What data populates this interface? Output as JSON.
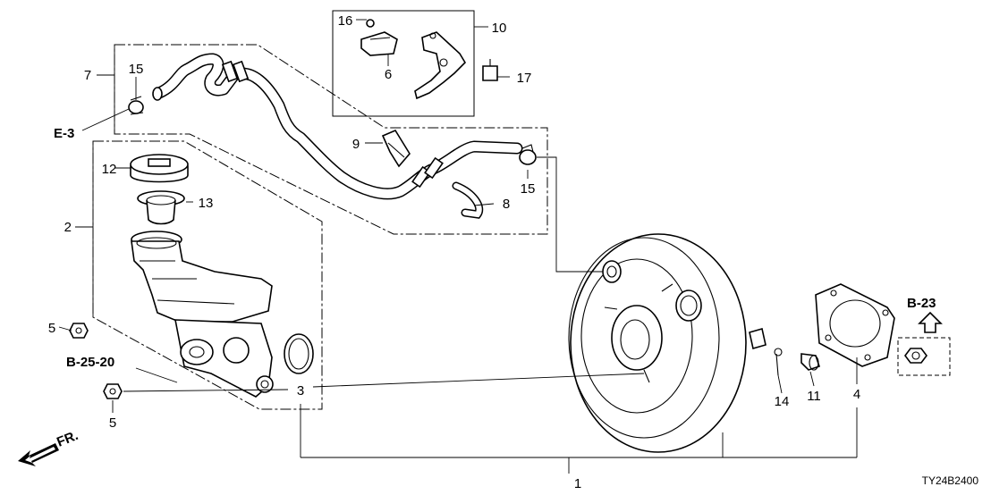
{
  "diagram": {
    "code": "TY24B2400",
    "callouts": {
      "c1": "1",
      "c2": "2",
      "c3": "3",
      "c4": "4",
      "c5a": "5",
      "c5b": "5",
      "c6": "6",
      "c7": "7",
      "c8": "8",
      "c9": "9",
      "c10": "10",
      "c11": "11",
      "c12": "12",
      "c13": "13",
      "c14": "14",
      "c15a": "15",
      "c15b": "15",
      "c16": "16",
      "c17": "17"
    },
    "references": {
      "e3": "E-3",
      "b2520": "B-25-20",
      "b23": "B-23",
      "front": "FR."
    }
  }
}
